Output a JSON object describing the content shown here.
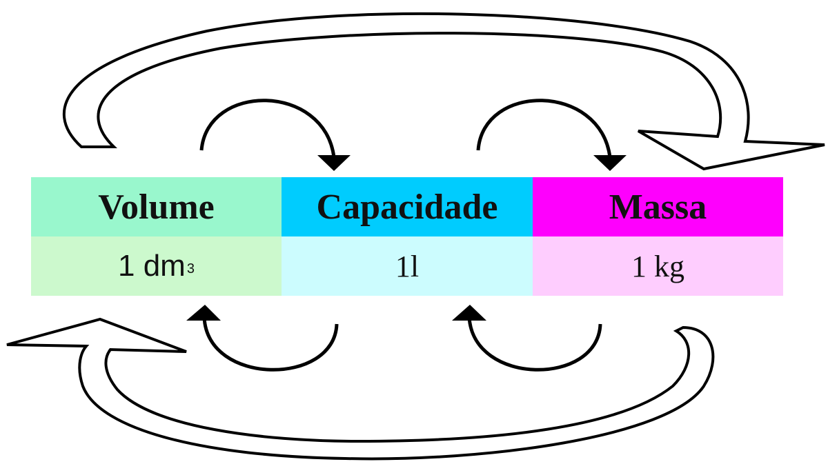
{
  "colors": {
    "volume_header": "#99f7cd",
    "volume_value": "#ccf9cd",
    "capacity_header": "#00ccfe",
    "capacity_value": "#ccfcfe",
    "mass_header": "#fe00fd",
    "mass_value": "#fecdfe",
    "arrow_stroke": "#000000",
    "arrow_fill": "#ffffff"
  },
  "columns": [
    {
      "header": "Volume",
      "value": "1 dm",
      "value_suffix": "3"
    },
    {
      "header": "Capacidade",
      "value": "1l"
    },
    {
      "header": "Massa",
      "value": "1 kg"
    }
  ],
  "arrows": [
    {
      "from": "Volume",
      "to": "Capacidade",
      "style": "curved-line",
      "position": "top"
    },
    {
      "from": "Capacidade",
      "to": "Massa",
      "style": "curved-line",
      "position": "top"
    },
    {
      "from": "Capacidade",
      "to": "Volume",
      "style": "curved-line",
      "position": "bottom"
    },
    {
      "from": "Massa",
      "to": "Capacidade",
      "style": "curved-line",
      "position": "bottom"
    },
    {
      "from": "Volume",
      "to": "Massa",
      "style": "block-arrow",
      "position": "top"
    },
    {
      "from": "Massa",
      "to": "Volume",
      "style": "block-arrow",
      "position": "bottom"
    }
  ]
}
